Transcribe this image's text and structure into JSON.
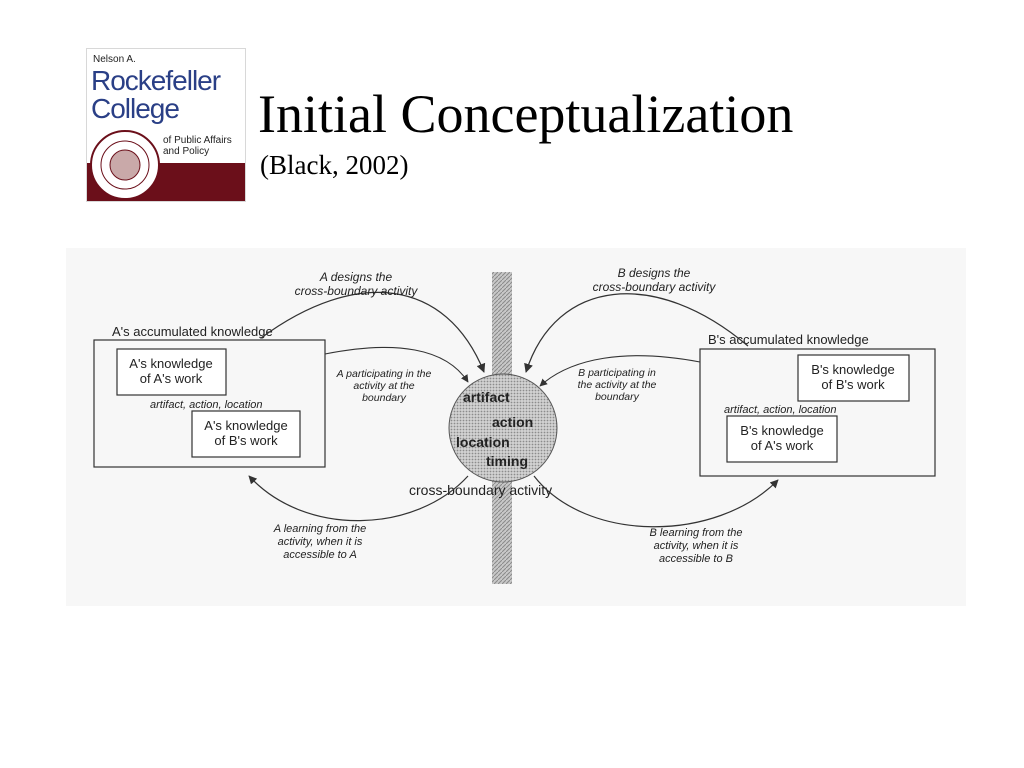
{
  "logo": {
    "line_small": "Nelson A.",
    "line_big_1": "Rockefeller",
    "line_big_2": "College",
    "sub_1": "of Public Affairs",
    "sub_2": "and Policy"
  },
  "header": {
    "title": "Initial Conceptualization",
    "subtitle": "(Black, 2002)"
  },
  "diagram": {
    "a_box_label": "A's accumulated knowledge",
    "a_inner_1_line1": "A's knowledge",
    "a_inner_1_line2": "of A's work",
    "a_items": "artifact, action, location",
    "a_inner_2_line1": "A's knowledge",
    "a_inner_2_line2": "of B's work",
    "b_box_label": "B's accumulated knowledge",
    "b_inner_1_line1": "B's knowledge",
    "b_inner_1_line2": "of B's work",
    "b_items": "artifact, action, location",
    "b_inner_2_line1": "B's knowledge",
    "b_inner_2_line2": "of A's work",
    "a_designs_line1": "A designs the",
    "a_designs_line2": "cross-boundary activity",
    "b_designs_line1": "B designs the",
    "b_designs_line2": "cross-boundary activity",
    "a_participating_line1": "A participating in the",
    "a_participating_line2": "activity at the",
    "a_participating_line3": "boundary",
    "b_participating_line1": "B participating in",
    "b_participating_line2": "the activity at the",
    "b_participating_line3": "boundary",
    "circle_artifact": "artifact",
    "circle_action": "action",
    "circle_location": "location",
    "circle_timing": "timing",
    "cross_boundary": "cross-boundary activity",
    "a_learning_line1": "A learning from the",
    "a_learning_line2": "activity, when it is",
    "a_learning_line3": "accessible to A",
    "b_learning_line1": "B learning from the",
    "b_learning_line2": "activity, when it is",
    "b_learning_line3": "accessible to B"
  }
}
